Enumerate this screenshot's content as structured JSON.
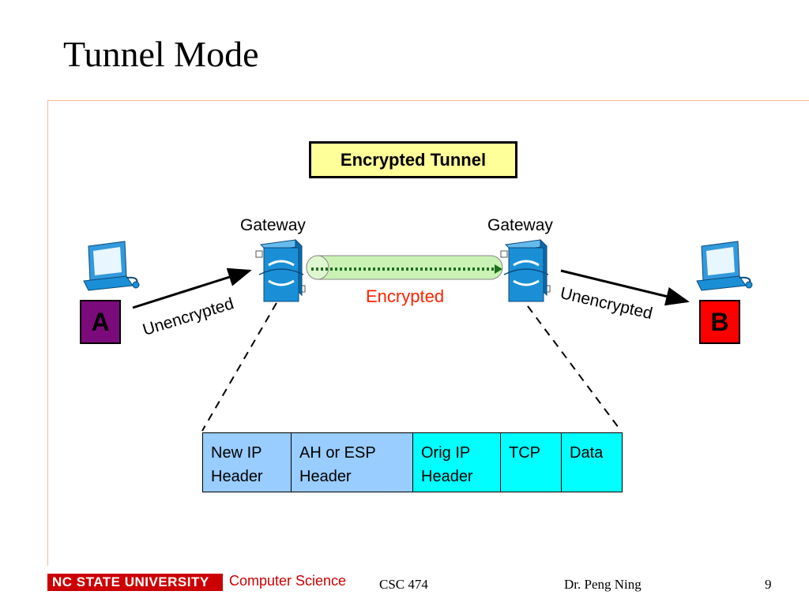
{
  "slide": {
    "title": "Tunnel Mode"
  },
  "diagram": {
    "tunnel_box_label": "Encrypted Tunnel",
    "gateway_left_label": "Gateway",
    "gateway_right_label": "Gateway",
    "encrypted_label": "Encrypted",
    "unencrypted_left_label": "Unencrypted",
    "unencrypted_right_label": "Unencrypted",
    "host_a_label": "A",
    "host_b_label": "B",
    "colors": {
      "tunnel_box_fill": "#ffff99",
      "gateway_fill": "#1a8fd6",
      "tunnel_pipe_fill": "#c9f2b4",
      "encrypted_text": "#ff2200",
      "host_a_fill": "#7b0b7b",
      "host_b_fill": "#ff0000",
      "outer_header_fill": "#99ccff",
      "inner_packet_fill": "#00ffff"
    }
  },
  "packet": {
    "cells": [
      {
        "line1": "New IP",
        "line2": "Header"
      },
      {
        "line1": "AH or ESP",
        "line2": "Header"
      },
      {
        "line1": "Orig IP",
        "line2": "Header"
      },
      {
        "line1": "TCP",
        "line2": ""
      },
      {
        "line1": "Data",
        "line2": ""
      }
    ]
  },
  "footer": {
    "university": "NC STATE UNIVERSITY",
    "department": "Computer Science",
    "course": "CSC 474",
    "author": "Dr. Peng Ning",
    "page_number": "9"
  }
}
